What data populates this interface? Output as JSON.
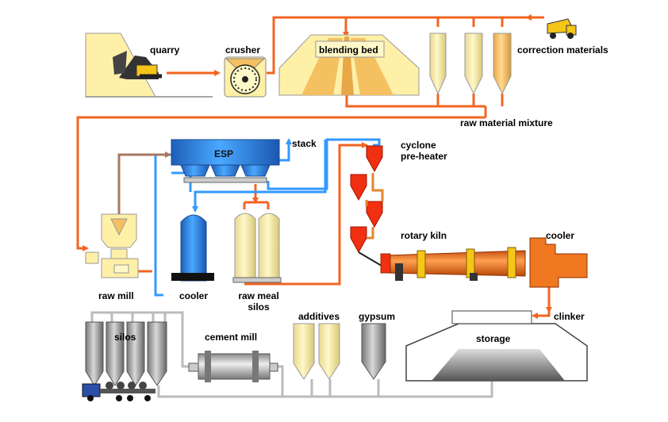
{
  "labels": {
    "quarry": "quarry",
    "crusher": "crusher",
    "blending_bed": "blending bed",
    "correction_materials": "correction materials",
    "raw_material_mixture": "raw material mixture",
    "esp": "ESP",
    "stack": "stack",
    "cyclone_line1": "cyclone",
    "cyclone_line2": "pre-heater",
    "rotary_kiln": "rotary kiln",
    "kiln_cooler": "cooler",
    "raw_mill": "raw mill",
    "cooler": "cooler",
    "raw_meal_line1": "raw meal",
    "raw_meal_line2": "silos",
    "clinker": "clinker",
    "additives": "additives",
    "gypsum": "gypsum",
    "cement_mill": "cement mill",
    "silos": "silos",
    "storage": "storage"
  },
  "colors": {
    "material_flow": "#F26522",
    "gas_flow": "#3399FF",
    "cement_flow": "#BBBBBB",
    "return_flow": "#A87860",
    "cream_fill": "#FFF0A8",
    "tan_fill": "#F5C060",
    "esp_blue": "#2E86E0",
    "kiln_orange": "#F07820",
    "cyclone_red": "#F03010",
    "silo_gray": "#999999"
  }
}
